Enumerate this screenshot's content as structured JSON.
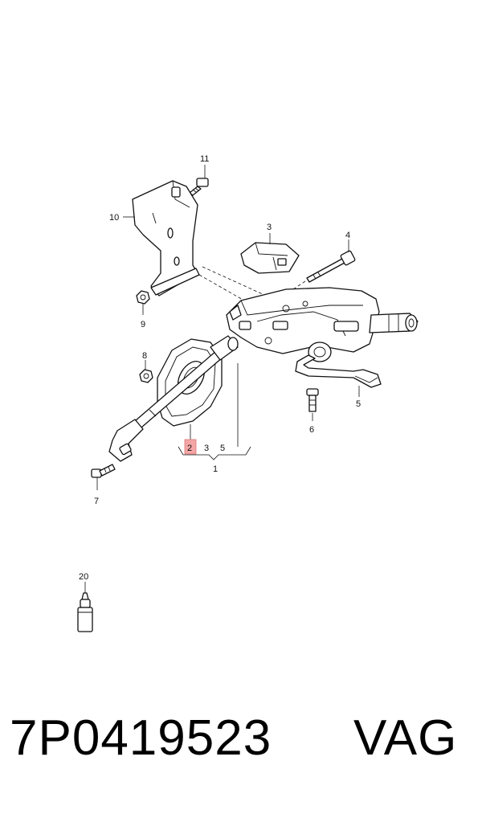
{
  "callouts": {
    "c1": "1",
    "c2": "2",
    "c3_group": "3",
    "c5_group": "5",
    "c3": "3",
    "c4": "4",
    "c5": "5",
    "c6": "6",
    "c7": "7",
    "c8": "8",
    "c9": "9",
    "c10": "10",
    "c11": "11",
    "c20": "20"
  },
  "highlight_color": "#f4a6a6",
  "caption": {
    "part_number": "7P0419523",
    "brand": "VAG"
  }
}
